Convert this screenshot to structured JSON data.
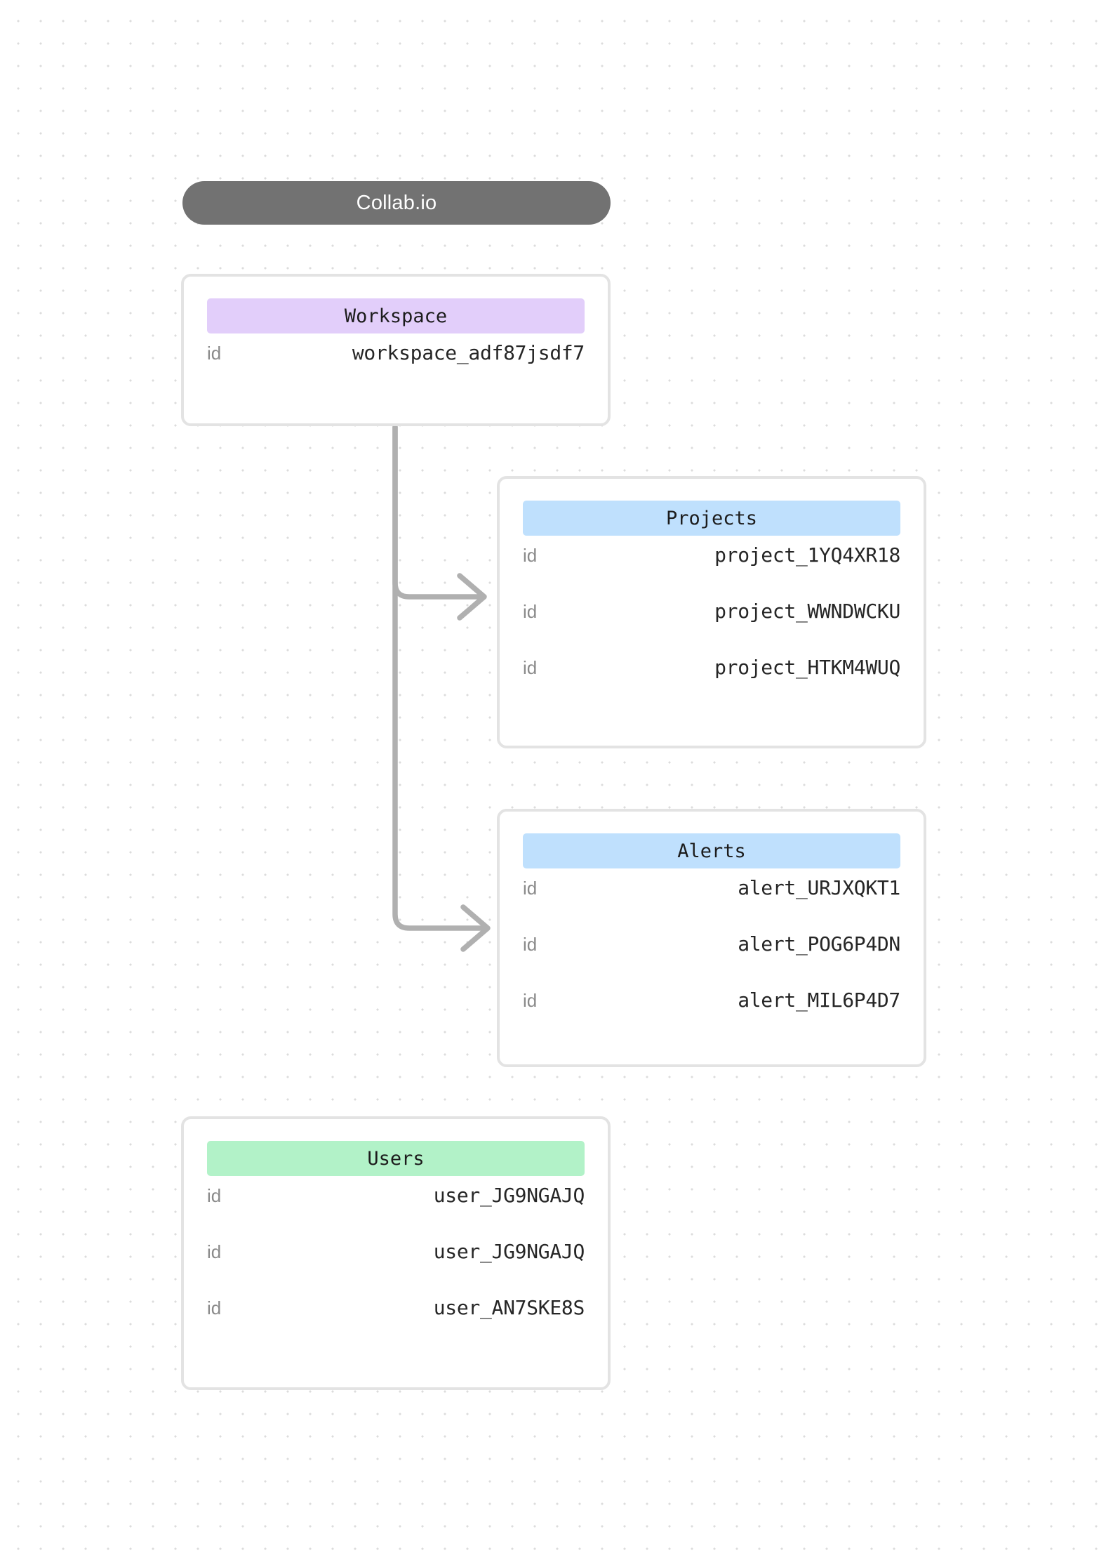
{
  "diagram": {
    "title": "Collab.io",
    "background": "dotted-grid",
    "colors": {
      "title_pill": "#727272",
      "workspace_header": "#e2cefa",
      "projects_header": "#bfe0fd",
      "alerts_header": "#bfe0fd",
      "users_header": "#b2f2c8",
      "card_border": "#e3e3e3",
      "connector": "#b0b0b0",
      "key_text": "#8a8a8a",
      "value_text": "#262626"
    },
    "entities": [
      {
        "name": "workspace",
        "header": "Workspace",
        "header_color": "#e2cefa",
        "rows": [
          {
            "key": "id",
            "value": "workspace_adf87jsdf7"
          }
        ]
      },
      {
        "name": "projects",
        "header": "Projects",
        "header_color": "#bfe0fd",
        "rows": [
          {
            "key": "id",
            "value": "project_1YQ4XR18"
          },
          {
            "key": "id",
            "value": "project_WWNDWCKU"
          },
          {
            "key": "id",
            "value": "project_HTKM4WUQ"
          }
        ]
      },
      {
        "name": "alerts",
        "header": "Alerts",
        "header_color": "#bfe0fd",
        "rows": [
          {
            "key": "id",
            "value": "alert_URJXQKT1"
          },
          {
            "key": "id",
            "value": "alert_POG6P4DN"
          },
          {
            "key": "id",
            "value": "alert_MIL6P4D7"
          }
        ]
      },
      {
        "name": "users",
        "header": "Users",
        "header_color": "#b2f2c8",
        "rows": [
          {
            "key": "id",
            "value": "user_JG9NGAJQ"
          },
          {
            "key": "id",
            "value": "user_JG9NGAJQ"
          },
          {
            "key": "id",
            "value": "user_AN7SKE8S"
          }
        ]
      }
    ],
    "connections": [
      {
        "from": "workspace",
        "to": "projects",
        "style": "elbow-arrow"
      },
      {
        "from": "workspace",
        "to": "alerts",
        "style": "elbow-arrow"
      }
    ]
  }
}
